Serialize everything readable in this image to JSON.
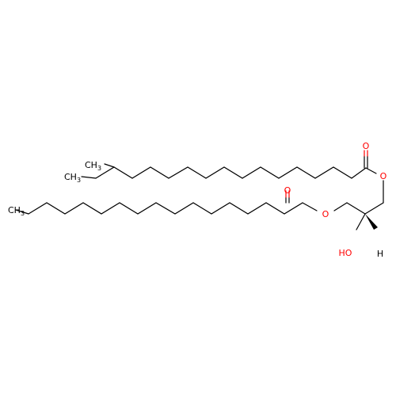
{
  "molecule": {
    "atoms": {
      "o_carbonyl_upper": "O",
      "o_ester_upper": "O",
      "o_carbonyl_lower": "O",
      "o_ester_lower": "O",
      "hydroxyl": "HO",
      "stereo_h": "H",
      "methyl_branch": "CH3",
      "methyl_upper_end": "CH3",
      "methyl_lower_end": "CH3"
    }
  },
  "colors": {
    "bond": "#000000",
    "oxygen": "#ff0000"
  }
}
